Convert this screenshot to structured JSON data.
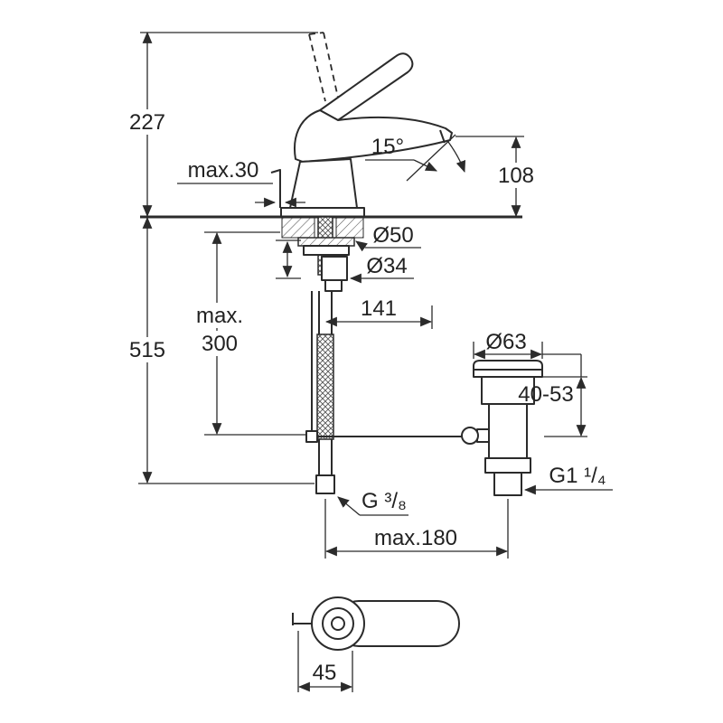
{
  "drawing": {
    "background": "#ffffff",
    "line_color": "#2b2b2b",
    "dims": {
      "spout_to_top": "227",
      "rod_travel": "max.30",
      "spout_angle": "15°",
      "spout_height": "108",
      "base_diameter": "Ø50",
      "hole_diameter": "Ø34",
      "spout_projection": "141",
      "hose_max_line1": "max.",
      "hose_max_line2": "300",
      "total_height": "515",
      "waste_flange_diameter": "Ø63",
      "waste_adjust_range": "40-53",
      "waste_thread": "G1 ¹/₄",
      "hose_thread": "G ³/₈",
      "max_reach": "max.180",
      "handle_offset": "45"
    }
  }
}
